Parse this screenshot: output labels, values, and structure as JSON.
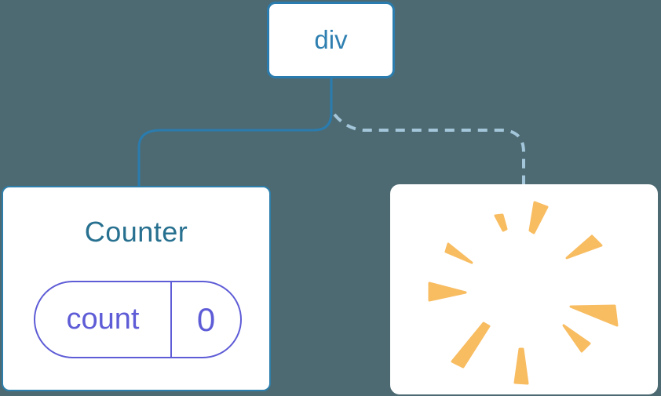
{
  "diagram": {
    "kind": "react-component-tree",
    "root": {
      "label": "div"
    },
    "children": [
      {
        "type": "component",
        "label": "Counter",
        "state": {
          "key": "count",
          "value": "0"
        },
        "link_style": "solid"
      },
      {
        "type": "removed-component",
        "icon": "poof-sparkle-icon",
        "link_style": "dashed"
      }
    ]
  },
  "palette": {
    "background": "#4D6A72",
    "node_fill": "#FFFFFF",
    "tree_line_blue": "#2B7CAE",
    "dashed_line_blue": "#A3C6DA",
    "root_text_blue": "#2F80B1",
    "component_text_blue": "#27708F",
    "state_purple": "#5E5CD6",
    "poof_orange": "#F8BC61"
  }
}
